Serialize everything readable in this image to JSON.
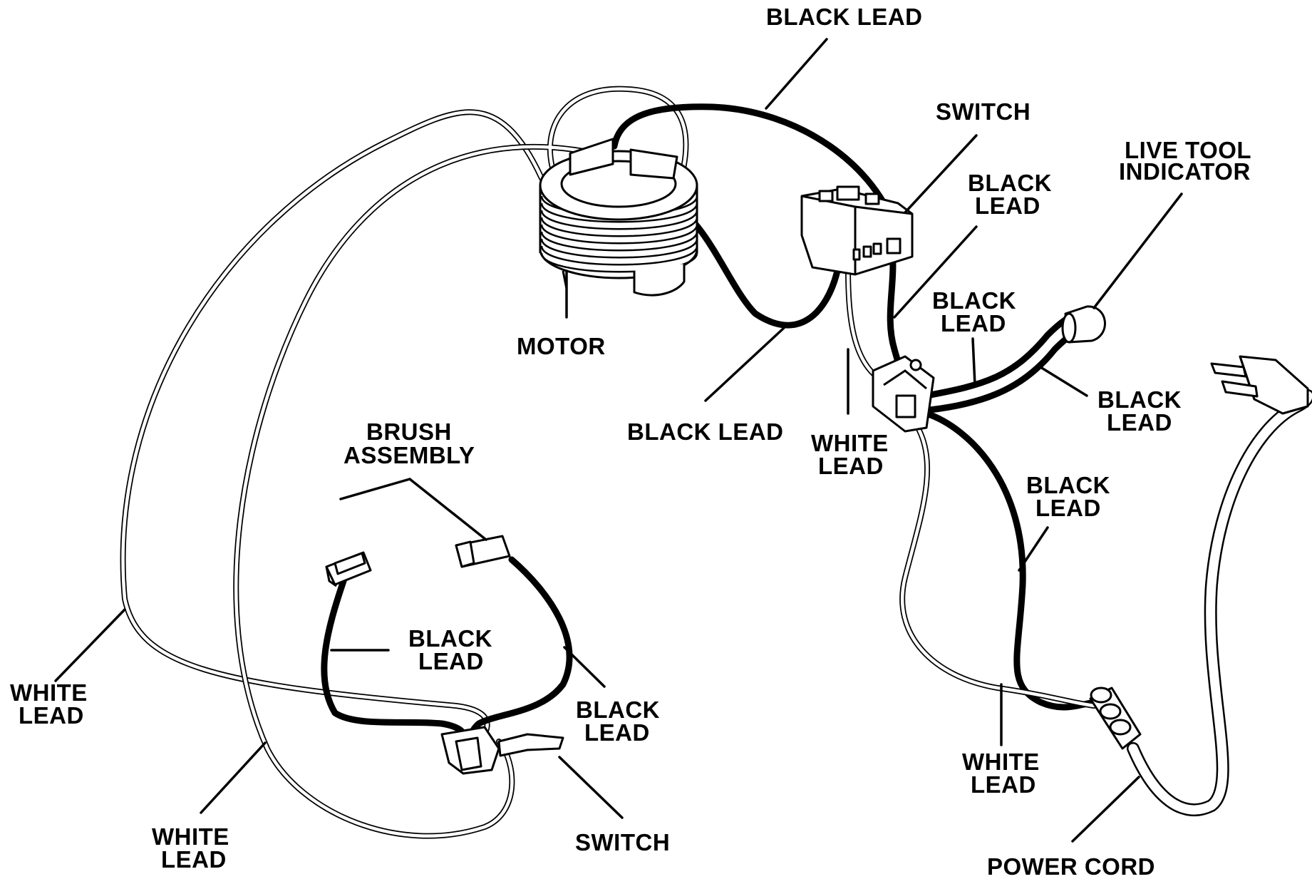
{
  "labels": {
    "black_lead_top": "BLACK LEAD",
    "switch_top": "SWITCH",
    "black_lead_switch_1": "BLACK",
    "black_lead_switch_2": "LEAD",
    "live_tool_1": "LIVE TOOL",
    "live_tool_2": "INDICATOR",
    "black_lead_mid_1": "BLACK",
    "black_lead_mid_2": "LEAD",
    "black_lead_right_1": "BLACK",
    "black_lead_right_2": "LEAD",
    "motor": "MOTOR",
    "black_lead_motor": "BLACK LEAD",
    "white_lead_center_1": "WHITE",
    "white_lead_center_2": "LEAD",
    "black_lead_cord_1": "BLACK",
    "black_lead_cord_2": "LEAD",
    "brush_assembly_1": "BRUSH",
    "brush_assembly_2": "ASSEMBLY",
    "black_lead_brush_left_1": "BLACK",
    "black_lead_brush_left_2": "LEAD",
    "black_lead_brush_right_1": "BLACK",
    "black_lead_brush_right_2": "LEAD",
    "white_lead_left_1": "WHITE",
    "white_lead_left_2": "LEAD",
    "white_lead_bottom_1": "WHITE",
    "white_lead_bottom_2": "LEAD",
    "switch_bottom": "SWITCH",
    "white_lead_cord_1": "WHITE",
    "white_lead_cord_2": "LEAD",
    "power_cord": "POWER CORD"
  }
}
